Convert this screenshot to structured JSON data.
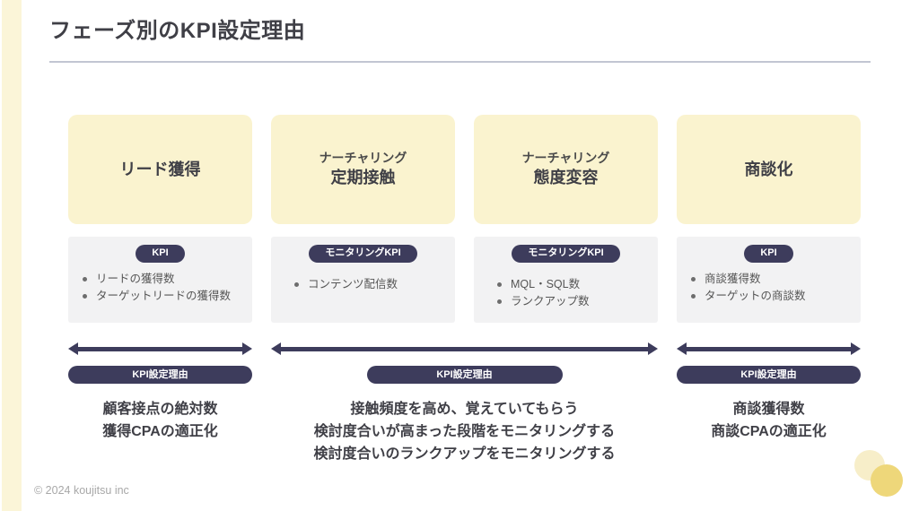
{
  "header": {
    "title": "フェーズ別のKPI設定理由"
  },
  "colors": {
    "navy": "#3d3c5c",
    "card_yellow": "#faf3cf",
    "panel_grey": "#f2f2f3",
    "strip_yellow": "#fbf5d8",
    "deco_light": "#f7eec9",
    "deco_dark": "#eed77a",
    "divider": "#c2c6d2"
  },
  "columns": [
    {
      "phase_sub": "",
      "phase_main": "リード獲得",
      "kpi_pill": "KPI",
      "kpi_items": [
        "リードの獲得数",
        "ターゲットリードの獲得数"
      ]
    },
    {
      "phase_sub": "ナーチャリング",
      "phase_main": "定期接触",
      "kpi_pill": "モニタリングKPI",
      "kpi_items": [
        "コンテンツ配信数"
      ]
    },
    {
      "phase_sub": "ナーチャリング",
      "phase_main": "態度変容",
      "kpi_pill": "モニタリングKPI",
      "kpi_items": [
        "MQL・SQL数",
        "ランクアップ数"
      ]
    },
    {
      "phase_sub": "",
      "phase_main": "商談化",
      "kpi_pill": "KPI",
      "kpi_items": [
        "商談獲得数",
        "ターゲットの商談数"
      ]
    }
  ],
  "reasons": [
    {
      "pill": "KPI設定理由",
      "lines": [
        "顧客接点の絶対数",
        "獲得CPAの適正化"
      ]
    },
    {
      "pill": "KPI設定理由",
      "lines": [
        "接触頻度を高め、覚えていてもらう",
        "検討度合いが高まった段階をモニタリングする",
        "検討度合いのランクアップをモニタリングする"
      ]
    },
    {
      "pill": "KPI設定理由",
      "lines": [
        "商談獲得数",
        "商談CPAの適正化"
      ]
    }
  ],
  "footer": {
    "copyright": "© 2024 koujitsu inc"
  },
  "icons": {
    "arrow_left": "arrow-left-head-icon",
    "arrow_right": "arrow-right-head-icon",
    "deco_light_circle": "decorative-circle-light-icon",
    "deco_dark_circle": "decorative-circle-dark-icon"
  }
}
